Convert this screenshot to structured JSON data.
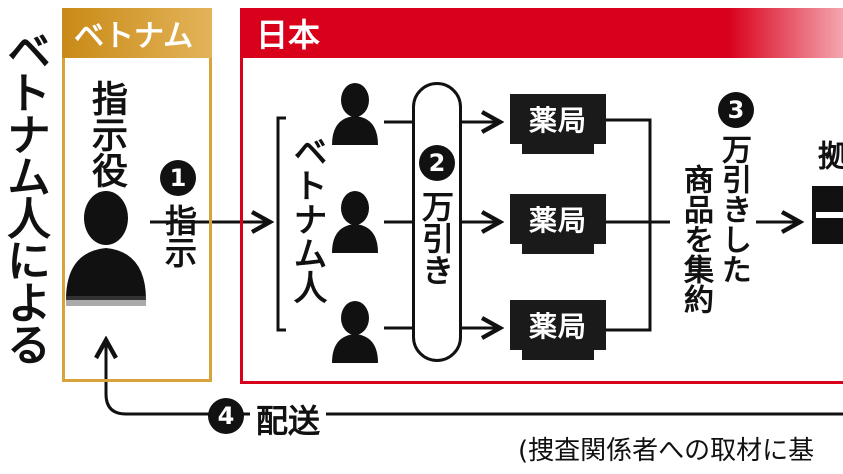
{
  "side_title": "ベトナム人による",
  "vietnam": {
    "header": "ベトナム",
    "commander_label": "指示役",
    "accent_color": "#d8a33a"
  },
  "japan": {
    "header": "日本",
    "accent_color": "#d9001b"
  },
  "steps": [
    {
      "number": "1",
      "label": "指示"
    },
    {
      "number": "2",
      "label": "万引き"
    },
    {
      "number": "3",
      "label_col1": "万引きした",
      "label_col2": "商品を集約"
    },
    {
      "number": "4",
      "label": "配送"
    }
  ],
  "group_label": "ベトナム人",
  "pharmacies": [
    "薬局",
    "薬局",
    "薬局"
  ],
  "hub_label_partial": "拠",
  "source_note": "(捜査関係者への取材に基"
}
